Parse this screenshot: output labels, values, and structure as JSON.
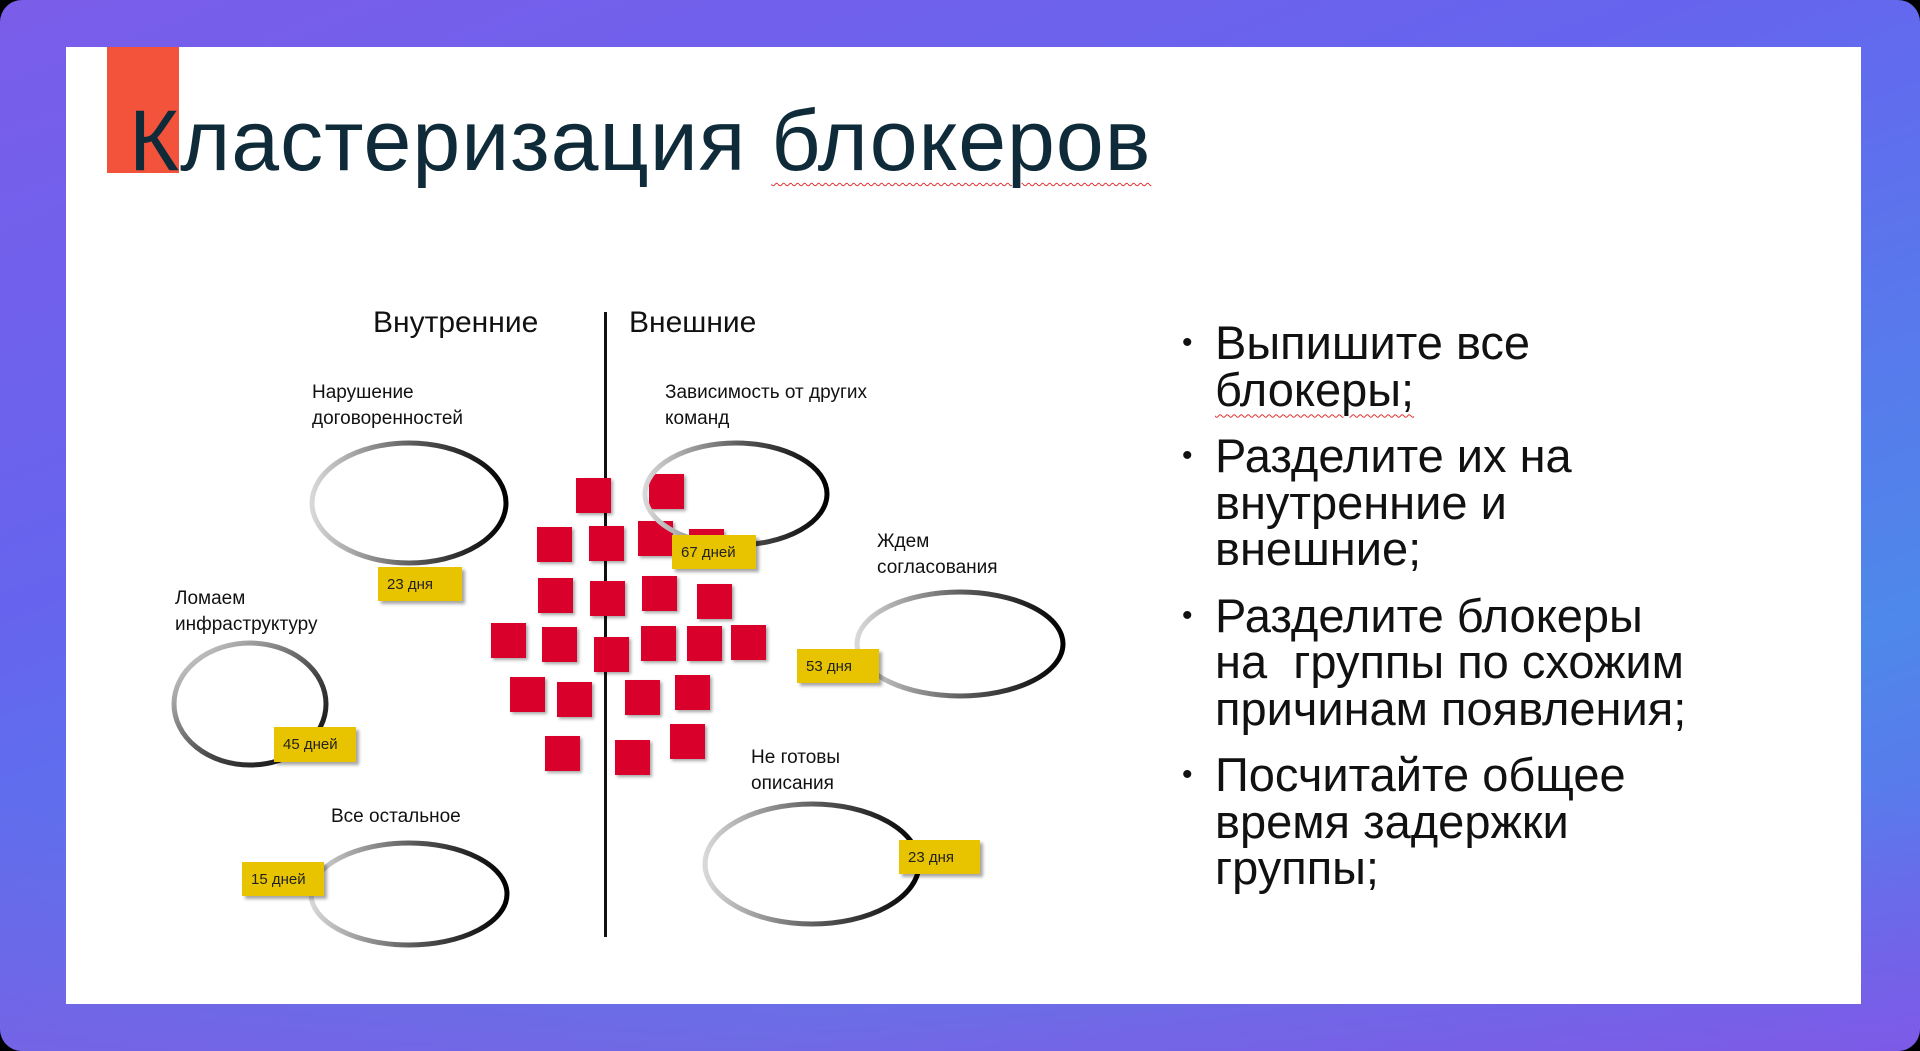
{
  "slide": {
    "title_part1": "Кластеризация ",
    "title_part2": "блокеров",
    "headers": {
      "internal": "Внутренние",
      "external": "Внешние"
    },
    "clusters": [
      {
        "label_lines": [
          "Нарушение",
          "договоренностей"
        ],
        "duration": "23 дня",
        "side": "internal"
      },
      {
        "label_lines": [
          "Зависимость от других",
          "команд"
        ],
        "duration": "67 дней",
        "side": "external"
      },
      {
        "label_lines": [
          "Ждем",
          "согласования"
        ],
        "duration": "53 дня",
        "side": "external"
      },
      {
        "label_lines": [
          "Ломаем",
          "инфраструктуру"
        ],
        "duration": "45 дней",
        "side": "internal"
      },
      {
        "label_lines": [
          "Не готовы",
          "описания"
        ],
        "duration": "23 дня",
        "side": "external"
      },
      {
        "label_lines": [
          "Все остальное"
        ],
        "duration": "15 дней",
        "side": "internal"
      }
    ],
    "bullets": [
      {
        "lines": [
          "Выпишите все",
          "блокеры;"
        ]
      },
      {
        "lines": [
          "Разделите их на",
          "внутренние и",
          "внешние;"
        ]
      },
      {
        "lines": [
          "Разделите блокеры",
          "на  группы по схожим",
          "причинам появления;"
        ]
      },
      {
        "lines": [
          "Посчитайте общее",
          "время задержки",
          "группы;"
        ]
      }
    ],
    "bullet_symbol": "•",
    "colors": {
      "accent": "#f2533a",
      "sticky": "#d9002c",
      "badge": "#e8c400",
      "title": "#0f2b3a"
    }
  }
}
